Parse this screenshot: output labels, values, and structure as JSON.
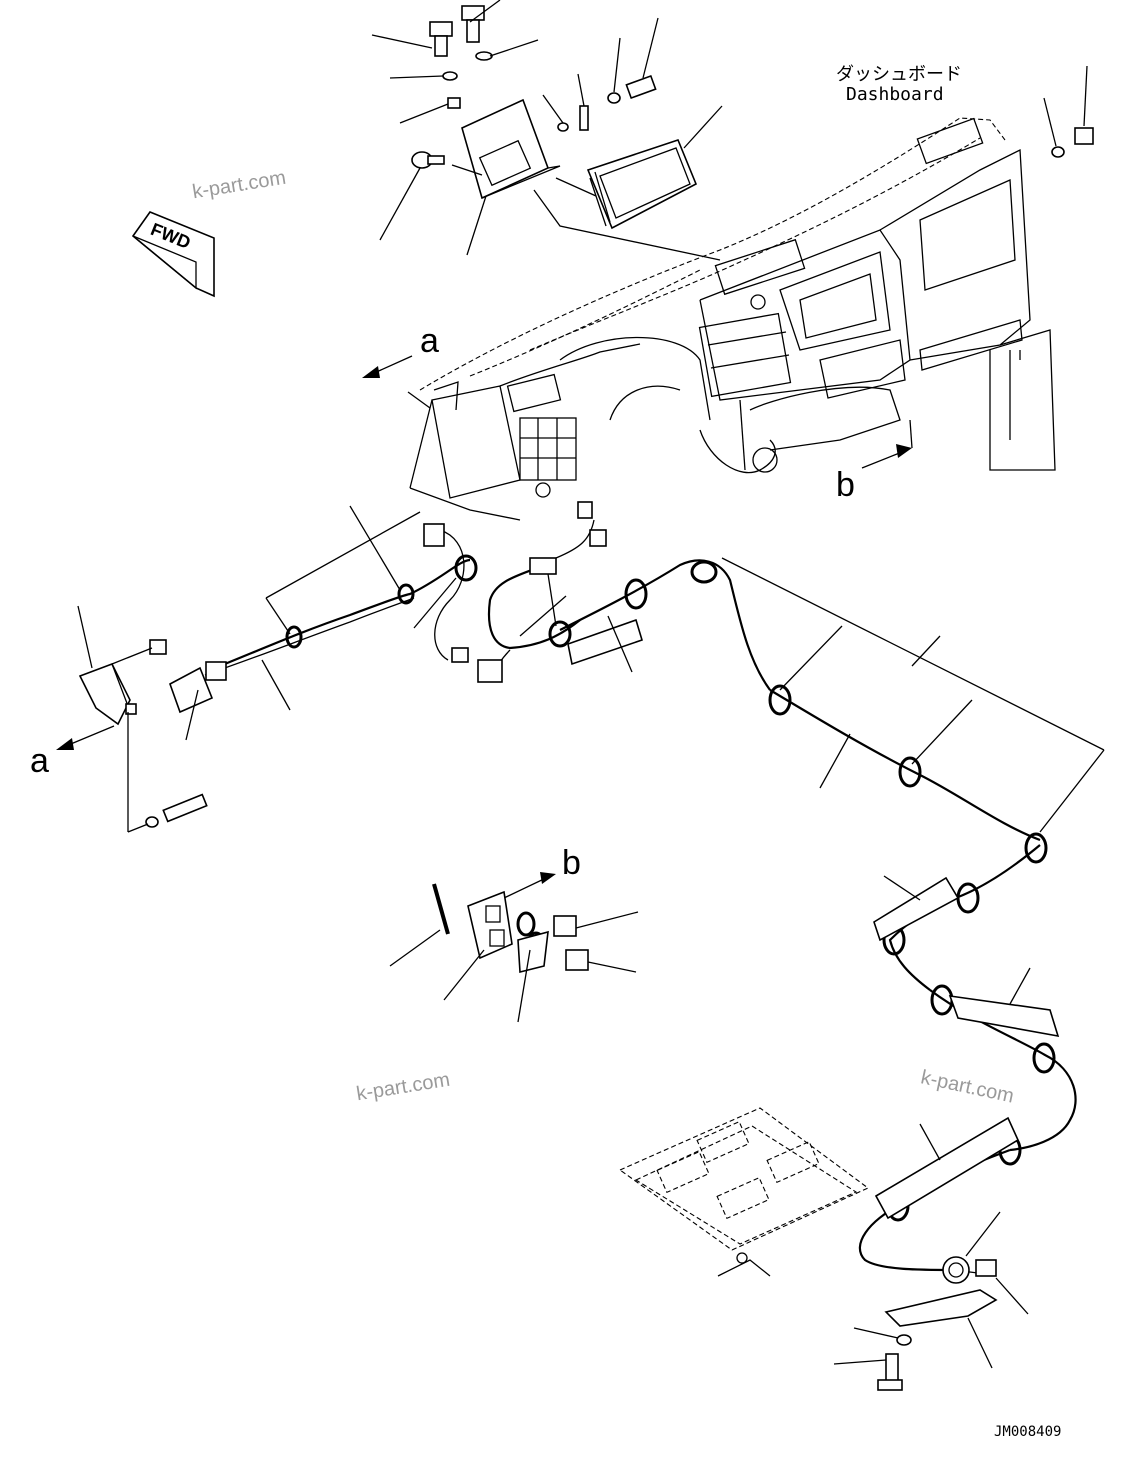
{
  "labels": {
    "dashboard_jp": "ダッシュボード",
    "dashboard_en": "Dashboard",
    "fwd": "FWD",
    "view_a_top": "a",
    "view_a_left": "a",
    "view_b_right": "b",
    "view_b_center": "b",
    "drawing_number": "JM008409"
  },
  "watermarks": [
    "k-part.com",
    "k-part.com",
    "k-part.com"
  ],
  "colors": {
    "line": "#000000",
    "watermark": "#9a9a9a",
    "background": "#ffffff"
  }
}
